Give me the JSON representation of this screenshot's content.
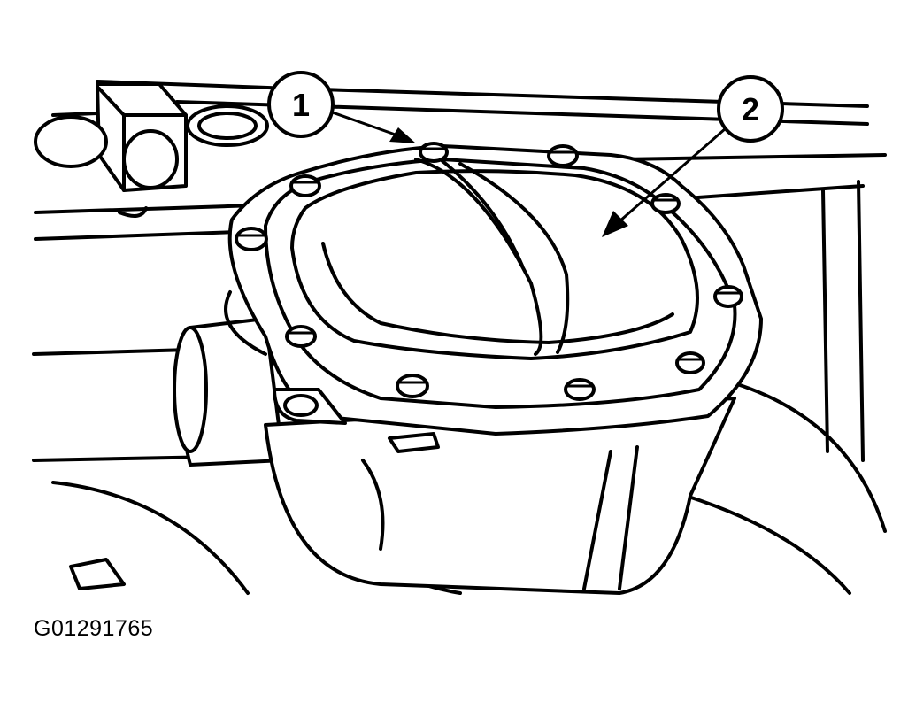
{
  "callouts": [
    {
      "label": "1"
    },
    {
      "label": "2"
    }
  ],
  "figure_id": "G01291765"
}
